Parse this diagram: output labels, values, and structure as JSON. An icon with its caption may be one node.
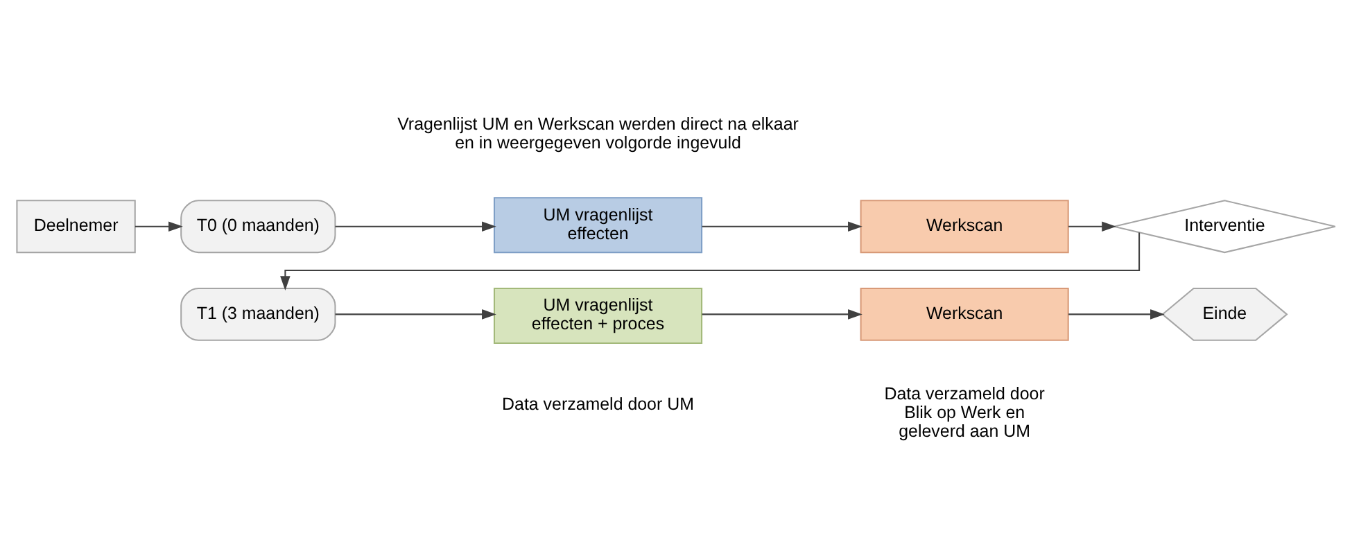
{
  "diagram": {
    "nodes": [
      {
        "text": [
          "Deelnemer"
        ]
      },
      {
        "text": [
          "T0 (0 maanden)"
        ]
      },
      {
        "text": [
          "UM vragenlijst effecten"
        ]
      },
      {
        "text": [
          "Werkscan"
        ]
      },
      {
        "text": [
          "Interventie"
        ]
      },
      {
        "text": [
          "T1 (3 maanden)"
        ]
      },
      {
        "text": [
          "UM vragenlijst effecten + proces"
        ],
        "beside": [
          "Data verzameld door UM"
        ]
      },
      {
        "text": [
          "Werkscan"
        ],
        "beside": [
          "Data verzameld door Blik op Werk en geleverd aan UM"
        ]
      },
      {
        "text": [
          "Einde"
        ]
      }
    ],
    "edges": [
      {
        "from": 0,
        "to": 1,
        "arrow": "to"
      },
      {
        "from": 1,
        "to": 2,
        "arrow": "to"
      },
      {
        "from": 2,
        "to": 3,
        "arrow": "to"
      },
      {
        "from": 3,
        "to": 4,
        "arrow": "to"
      },
      {
        "from": 4,
        "to": 5,
        "arrow": "to"
      },
      {
        "from": 5,
        "to": 6,
        "arrow": "to"
      },
      {
        "from": 6,
        "to": 7,
        "arrow": "to"
      },
      {
        "from": 7,
        "to": 8,
        "arrow": "to"
      }
    ],
    "labels": [
      "Vragenlijst UM en Werkscan werden direct na elkaar en in weergegeven volgorde ingevuld"
    ]
  }
}
